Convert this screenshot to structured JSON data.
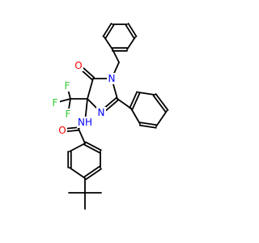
{
  "molecule": {
    "atoms": {
      "O_ring": {
        "label": "O",
        "color": "#ff0000"
      },
      "N1": {
        "label": "N",
        "color": "#0000ff"
      },
      "N3": {
        "label": "N",
        "color": "#0000ff"
      },
      "F1": {
        "label": "F",
        "color": "#33cc33"
      },
      "F2": {
        "label": "F",
        "color": "#33cc33"
      },
      "F3": {
        "label": "F",
        "color": "#33cc33"
      },
      "NH": {
        "label": "NH",
        "color": "#0000ff"
      },
      "O_amide": {
        "label": "O",
        "color": "#ff0000"
      }
    }
  }
}
